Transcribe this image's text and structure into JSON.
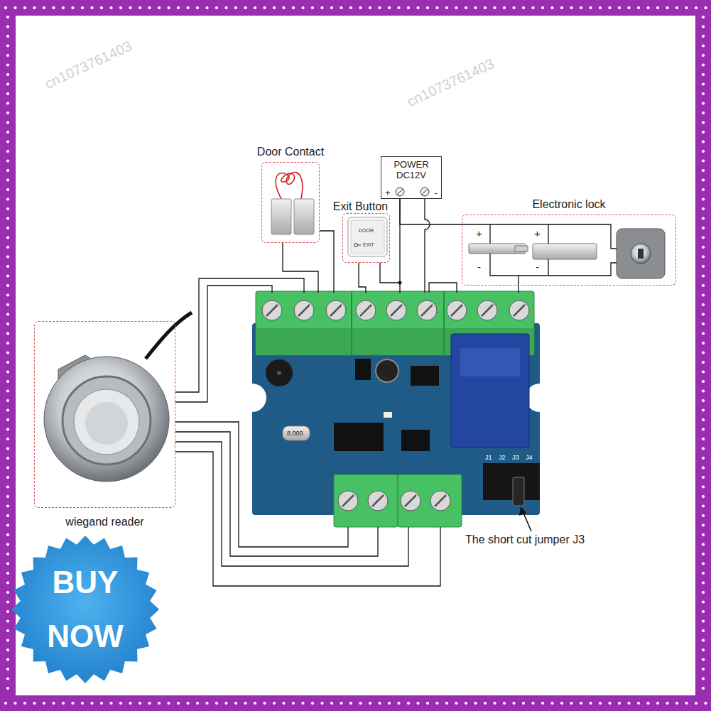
{
  "diagram": {
    "nodes": [
      {
        "text": [
          "Door Contact"
        ]
      },
      {
        "text": [
          "POWER DC12V",
          "+",
          "-"
        ]
      },
      {
        "text": [
          "Exit Button"
        ]
      },
      {
        "text": [
          "Electronic lock"
        ]
      },
      {
        "text": [
          "wiegand reader"
        ]
      },
      {
        "text": [
          "BUY NOW"
        ]
      }
    ],
    "edges": [
      {
        "from": 1,
        "to": 3,
        "arrow": "none"
      }
    ],
    "labels": [
      "DOOR",
      "EXIT",
      "+",
      "+",
      "-",
      "-",
      "8.000",
      "J1",
      "J2",
      "J3",
      "J4",
      "The short cut jumper J3",
      "cn1073761403",
      "cn1073761403"
    ]
  }
}
